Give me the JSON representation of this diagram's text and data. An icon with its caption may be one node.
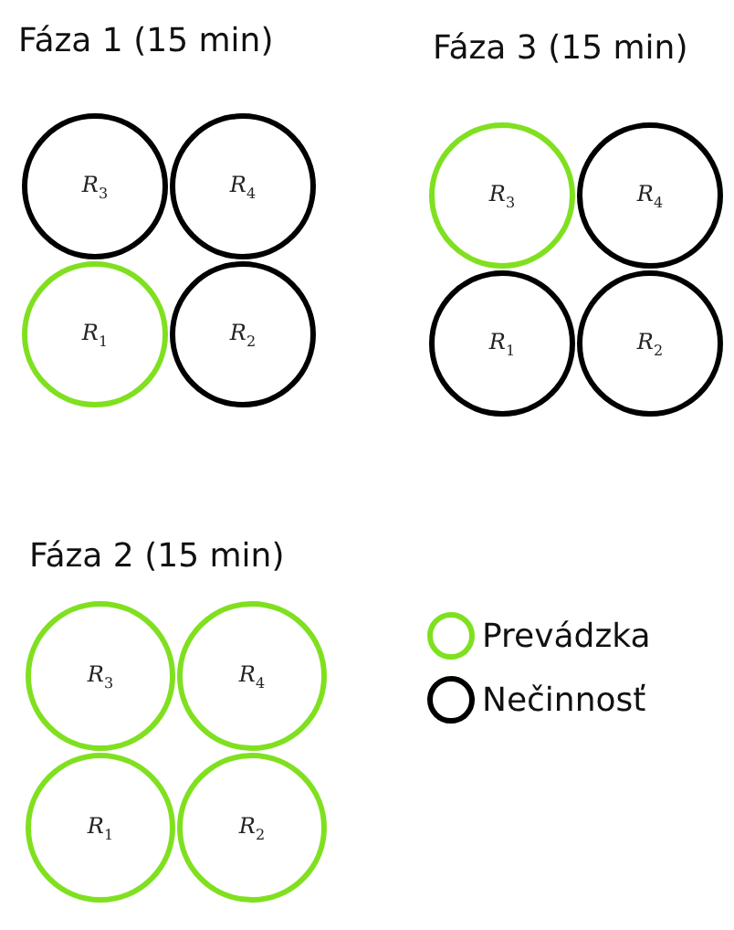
{
  "diagram": {
    "nodes": [
      {
        "text": [
          "*R*$_{3}$"
        ]
      },
      {
        "text": [
          "*R*$_{4}$"
        ]
      },
      {
        "text": [
          "*R*$_{1}$"
        ]
      },
      {
        "text": [
          "*R*$_{2}$"
        ]
      },
      {
        "text": [
          "*R*$_{3}$"
        ]
      },
      {
        "text": [
          "*R*$_{4}$"
        ]
      },
      {
        "text": [
          "*R*$_{1}$"
        ]
      },
      {
        "text": [
          "*R*$_{2}$"
        ]
      },
      {
        "text": [
          "*R*$_{3}$"
        ]
      },
      {
        "text": [
          "*R*$_{4}$"
        ]
      },
      {
        "text": [
          "*R*$_{1}$"
        ]
      },
      {
        "text": [
          "*R*$_{2}$"
        ]
      }
    ],
    "labels": [
      "Fáza 1 (15 min)",
      "Fáza 3 (15 min)",
      "Fáza 2 (15 min)"
    ],
    "legend": [
      {
        "text": "Prevádzka",
        "color": "#80e020"
      },
      {
        "text": "Nečinnosť",
        "color": "#000000"
      }
    ]
  }
}
